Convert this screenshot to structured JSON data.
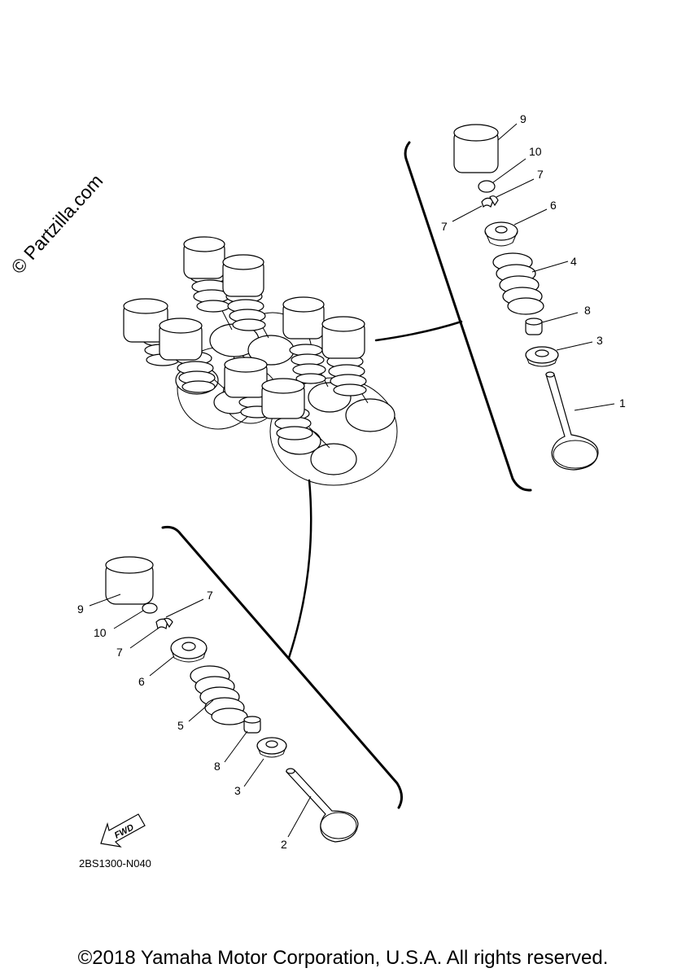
{
  "watermark": "© Partzilla.com",
  "diagram_code": "2BS1300-N040",
  "fwd_label": "FWD",
  "copyright": "©2018 Yamaha Motor Corporation, U.S.A. All rights reserved.",
  "callouts_upper": [
    "9",
    "10",
    "7",
    "7",
    "6",
    "4",
    "8",
    "3",
    "1"
  ],
  "callouts_lower": [
    "9",
    "7",
    "10",
    "7",
    "6",
    "5",
    "8",
    "3",
    "2"
  ]
}
